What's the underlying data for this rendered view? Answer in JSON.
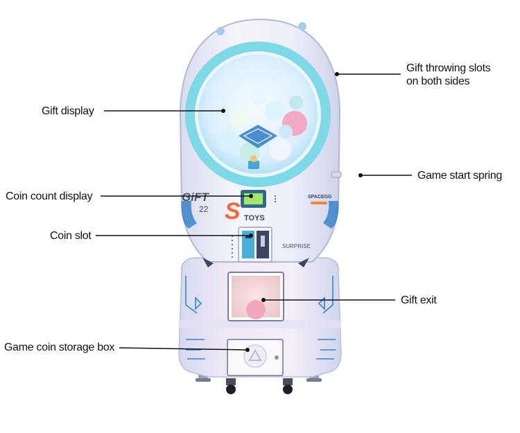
{
  "callouts": {
    "gift_throwing": {
      "line1": "Gift throwing slots",
      "line2": "on both sides"
    },
    "gift_display": "Gift display",
    "game_start": "Game start spring",
    "coin_count": "Coin count display",
    "coin_slot": "Coin slot",
    "gift_exit": "Gift exit",
    "coin_storage": "Game coin storage box"
  },
  "machine": {
    "brand_gift": "GiFT",
    "brand_number": "22",
    "brand_s": "S",
    "brand_toys": "TOYS",
    "brand_spacegg": "SPACEGG",
    "brand_surprise": "SURPRISE"
  },
  "colors": {
    "shell": "#eef0f8",
    "ring": "#7fd8e6",
    "accent_blue": "#3a82c8",
    "line": "#111111"
  }
}
